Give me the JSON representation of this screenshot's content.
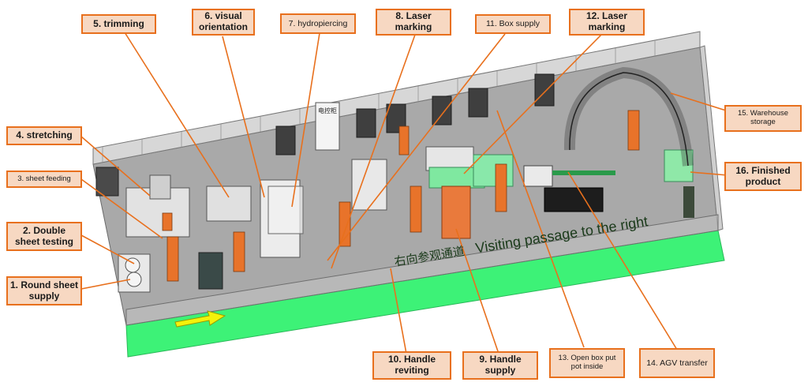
{
  "labels": {
    "l1": "1. Round sheet supply",
    "l2": "2. Double sheet testing",
    "l3": "3. sheet feeding",
    "l4": "4. stretching",
    "l5": "5. trimming",
    "l6": "6. visual orientation",
    "l7": "7. hydropiercing",
    "l8": "8. Laser marking",
    "l9": "9. Handle supply",
    "l10": "10. Handle reviting",
    "l11": "11. Box supply",
    "l12": "12. Laser marking",
    "l13": "13. Open box put pot inside",
    "l14": "14. AGV transfer",
    "l15": "15. Warehouse storage",
    "l16": "16. Finished product"
  },
  "passage": {
    "chinese": "右向参观通道",
    "english": "Visiting passage to the right"
  },
  "cabinet_text": "电控柜",
  "colors": {
    "label_fill": "#f7d8c2",
    "label_border": "#e8701d",
    "floor": "#a8a8a8",
    "walkway": "#3df277",
    "robot": "#e8732a",
    "arrow": "#f4f20a"
  }
}
